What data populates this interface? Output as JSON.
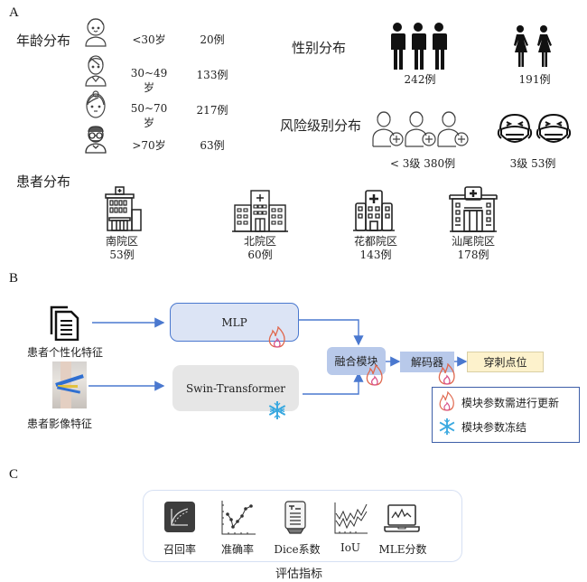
{
  "panelA": {
    "label": "A",
    "age": {
      "title": "年龄分布",
      "groups": [
        {
          "icon": "child-avatar-icon",
          "range": "<30岁",
          "count": "20例"
        },
        {
          "icon": "young-adult-avatar-icon",
          "range": "30~49岁",
          "count": "133例"
        },
        {
          "icon": "middle-aged-avatar-icon",
          "range": "50~70岁",
          "count": "217例"
        },
        {
          "icon": "elderly-avatar-icon",
          "range": ">70岁",
          "count": "63例"
        }
      ]
    },
    "gender": {
      "title": "性别分布",
      "male": {
        "icon": "male-figures-icon",
        "count": "242例"
      },
      "female": {
        "icon": "female-figures-icon",
        "count": "191例"
      }
    },
    "risk": {
      "title": "风险级别分布",
      "low": {
        "icon": "patient-plus-icon",
        "label": "< 3级 380例"
      },
      "high": {
        "icon": "masked-face-icon",
        "label": "3级 53例"
      }
    },
    "patients": {
      "title": "患者分布",
      "campuses": [
        {
          "icon": "hospital-building-icon",
          "name": "南院区",
          "count": "53例"
        },
        {
          "icon": "hospital-building-icon",
          "name": "北院区",
          "count": "60例"
        },
        {
          "icon": "hospital-building-icon",
          "name": "花都院区",
          "count": "143例"
        },
        {
          "icon": "hospital-building-icon",
          "name": "汕尾院区",
          "count": "178例"
        }
      ]
    }
  },
  "panelB": {
    "label": "B",
    "inputs": {
      "personal": "患者个性化特征",
      "image": "患者影像特征"
    },
    "modules": {
      "mlp": "MLP",
      "swin": "Swin-Transformer",
      "fusion": "融合模块",
      "decoder": "解码器",
      "output": "穿刺点位"
    },
    "legend": {
      "update": "模块参数需进行更新",
      "frozen": "模块参数冻结"
    },
    "colors": {
      "arrow": "#4a78cf",
      "mlp_fill": "#dce4f5",
      "fusion_fill": "#b8c9ea",
      "output_fill": "#fdf2cc",
      "flame": "#e0694f",
      "snowflake": "#3aa9e0"
    }
  },
  "panelC": {
    "label": "C",
    "metrics": [
      {
        "icon": "recall-curve-icon",
        "label": "召回率"
      },
      {
        "icon": "scatter-trend-icon",
        "label": "准确率"
      },
      {
        "icon": "document-scroll-icon",
        "label": "Dice系数"
      },
      {
        "icon": "multi-line-chart-icon",
        "label": "IoU"
      },
      {
        "icon": "laptop-waveform-icon",
        "label": "MLE分数"
      }
    ],
    "caption": "评估指标"
  }
}
